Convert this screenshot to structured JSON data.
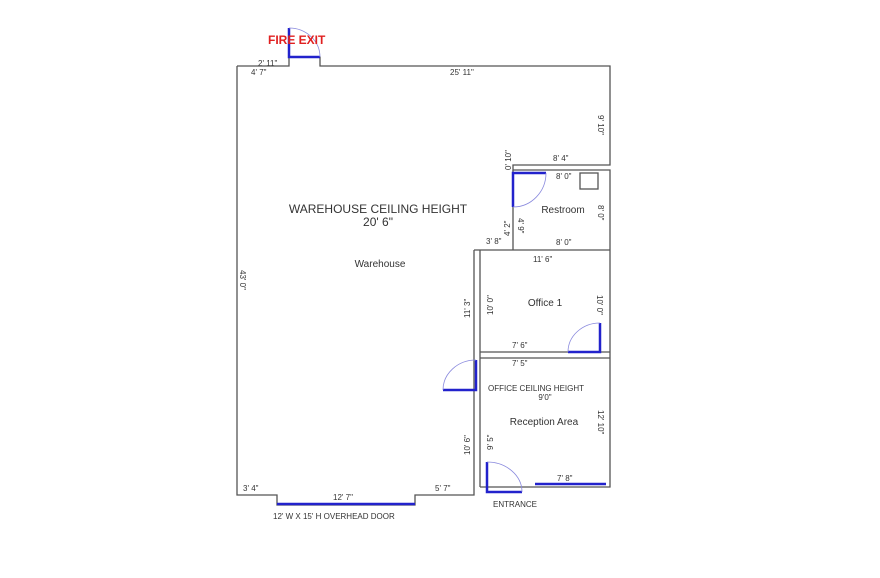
{
  "labels": {
    "fire_exit": "FIRE EXIT",
    "warehouse_ceiling": "WAREHOUSE CEILING HEIGHT",
    "warehouse_ceiling_value": "20' 6\"",
    "warehouse": "Warehouse",
    "restroom": "Restroom",
    "office1": "Office 1",
    "office_ceiling": "OFFICE CEILING HEIGHT",
    "office_ceiling_value": "9'0\"",
    "reception": "Reception Area",
    "entrance": "ENTRANCE",
    "overhead_door": "12' W X 15' H OVERHEAD DOOR"
  },
  "dimensions": {
    "fire_exit_width": "2' 11\"",
    "top_left": "4' 7\"",
    "top": "25' 11\"",
    "right_upper": "9' 10\"",
    "step": "8' 4\"",
    "step_v": "0' 10\"",
    "restroom_top": "8' 0\"",
    "restroom_right": "8' 0\"",
    "restroom_bottom": "8' 0\"",
    "restroom_left_a": "4' 2\"",
    "restroom_left_b": "4' 9\"",
    "corridor": "3' 8\"",
    "left": "43' 0\"",
    "office_top": "11' 6\"",
    "office_left": "10' 0\"",
    "office_right": "10' 0\"",
    "office_bottom": "7' 6\"",
    "wh_inner_upper": "11' 3\"",
    "reception_top": "7' 5\"",
    "reception_right": "12' 10\"",
    "reception_left": "9' 5\"",
    "wh_inner_lower": "10' 6\"",
    "storefront": "7' 8\"",
    "bottom_left": "3' 4\"",
    "overhead": "12' 7\"",
    "bottom_right": "5' 7\""
  },
  "colors": {
    "fire_exit": "#e02020",
    "door": "#2222cc",
    "wall": "#555555"
  }
}
